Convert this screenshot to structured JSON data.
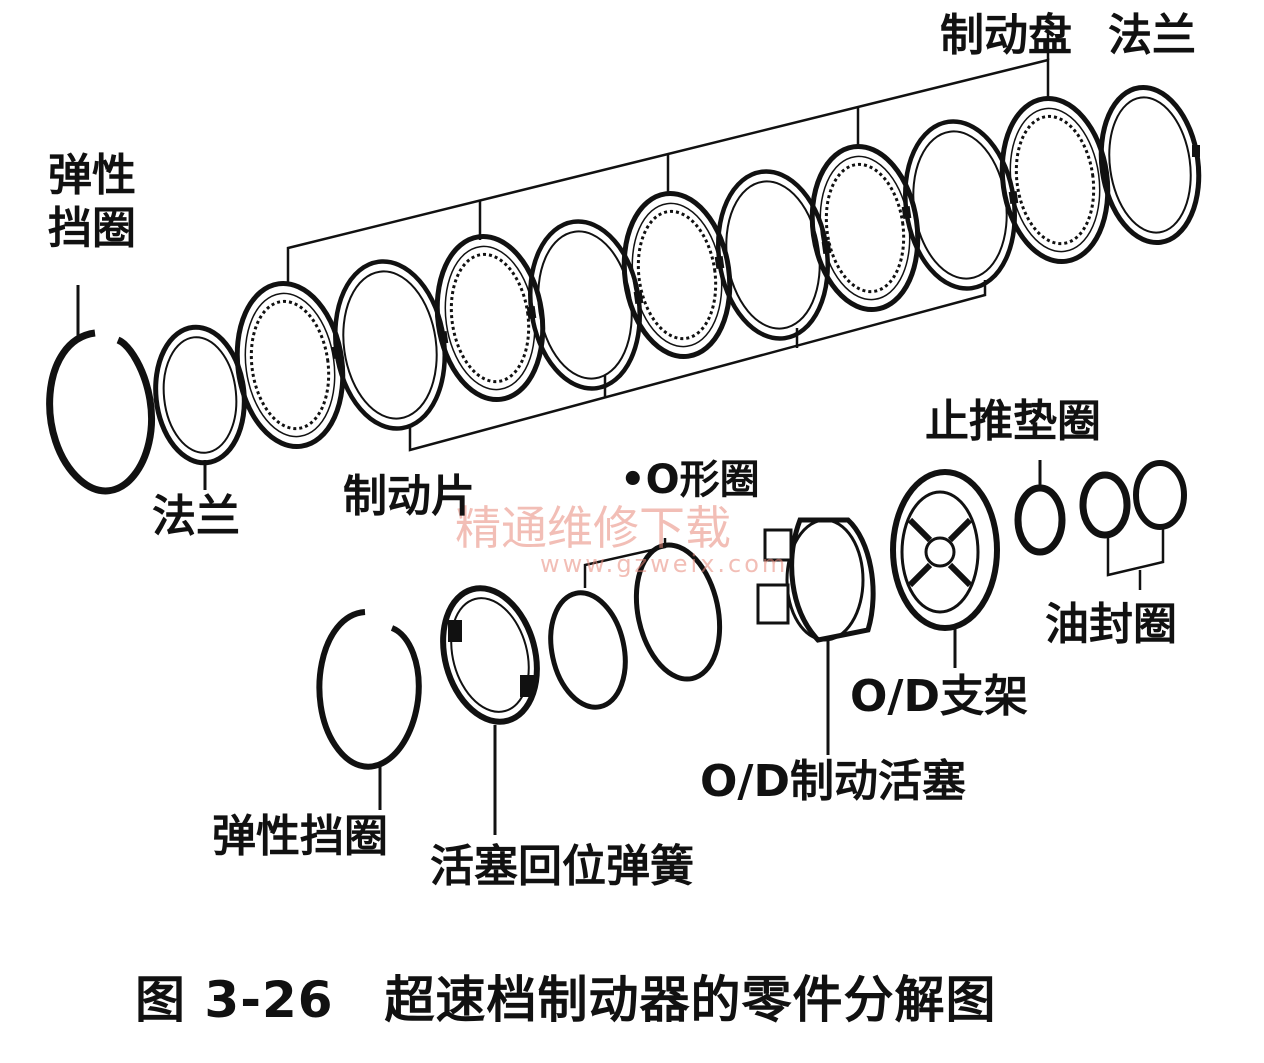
{
  "labels": {
    "snap_ring_top": "弹性\n挡圈",
    "flange_top_right": "法兰",
    "brake_disc": "制动盘",
    "flange_left": "法兰",
    "brake_plate": "制动片",
    "o_ring": "•O形圈",
    "thrust_washer": "止推垫圈",
    "oil_seal_ring": "油封圈",
    "od_support": "O/D支架",
    "od_brake_piston": "O/D制动活塞",
    "snap_ring_bottom": "弹性挡圈",
    "piston_return_spring": "活塞回位弹簧"
  },
  "caption": "图 3-26　超速档制动器的零件分解图",
  "watermark": {
    "cn": "精通维修下载",
    "url": "www.gzweix.com"
  }
}
